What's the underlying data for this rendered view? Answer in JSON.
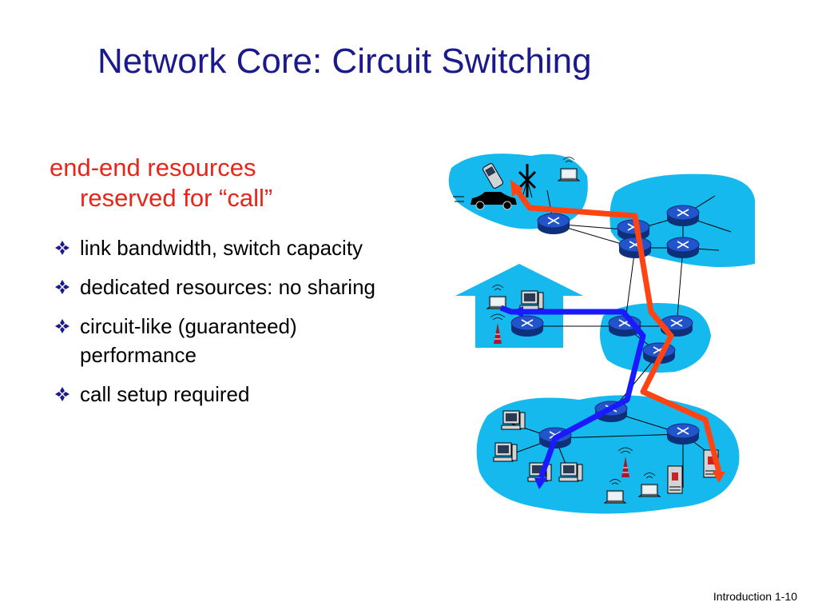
{
  "slide": {
    "title": "Network Core: Circuit Switching",
    "heading_line1": "end-end resources",
    "heading_line2": "reserved for “call”",
    "bullets": [
      {
        "text": "link bandwidth,  switch capacity",
        "icon": "diamond-bullet-icon"
      },
      {
        "text": "dedicated resources: no sharing",
        "icon": "diamond-bullet-icon"
      },
      {
        "text": "circuit-like (guaranteed) performance",
        "icon": "diamond-bullet-icon"
      },
      {
        "text": "call setup required",
        "icon": "diamond-bullet-icon"
      }
    ],
    "footer": "Introduction 1-10"
  },
  "diagram": {
    "colors": {
      "network": "#15b9ee",
      "router_top": "#2255cc",
      "router_side": "#0e2f7a",
      "path_blue": "#1a1aff",
      "path_red": "#ff4414",
      "link": "#000000"
    },
    "icons": [
      "cell-phone-icon",
      "cell-tower-icon",
      "laptop-icon",
      "car-icon",
      "home-icon",
      "desktop-computer-icon",
      "server-icon",
      "router-icon"
    ]
  }
}
